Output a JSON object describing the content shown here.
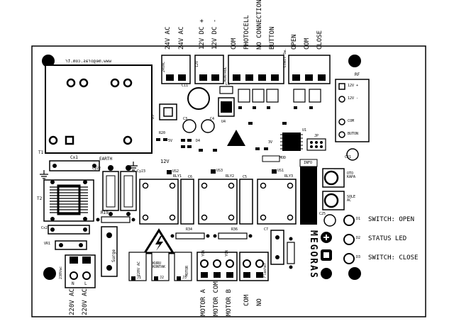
{
  "board": {
    "url_mirrored": "www.megoras.com.tr",
    "brand": "MEGORAS"
  },
  "terminals_top": [
    {
      "id": "ac",
      "label1": "24V AC",
      "label2": "24V AC",
      "silk": "24VAC"
    },
    {
      "id": "dc",
      "label1": "12V DC +",
      "label2": "12V DC -",
      "silk": "12V"
    },
    {
      "id": "ctrl",
      "label1": "COM",
      "label2": "PHOTOCELL",
      "label3": "NO CONNECTION",
      "label4": "BUTTON",
      "silk": "KONTROL"
    },
    {
      "id": "limit",
      "label1": "OPEN",
      "label2": "COM",
      "label3": "CLOSE",
      "silk": "Limit Sw."
    }
  ],
  "rf": {
    "title": "RF",
    "pins": [
      "12V +",
      "12V -",
      "COM",
      "BUTON"
    ]
  },
  "right_side": {
    "oto_kapa": "OTO\nKAPA",
    "sole_ac": "SOLE\nAC",
    "switch_open": "SWITCH: OPEN",
    "status_led": "STATUS LED",
    "switch_close": "SWITCH: CLOSE",
    "led_open_id": "D1",
    "led_status_id": "D2",
    "led_close_id": "D3"
  },
  "bottom_terminals": {
    "power_1": "220V AC",
    "power_2": "220V AC",
    "motor_a": "MOTOR A",
    "motor_com": "MOTOR COM",
    "motor_b": "MOTOR B",
    "flasher_com": "COM",
    "flasher_no": "NO",
    "silk_230": "230Vac",
    "silk_n": "N",
    "silk_l": "L",
    "silk_motor": "MOTOR",
    "silk_flasher": "Flasher",
    "silk_1": "YON",
    "silk_2": "YON"
  },
  "silk": {
    "transformer": "T1",
    "t2": "T2",
    "cx1": "Cx1",
    "cx2": "Cx2",
    "cy22": "Cy22",
    "cy23": "Cy23",
    "earth": "EARTH",
    "vr1": "VR1",
    "r19": "R19",
    "r34": "R34",
    "r36": "R36",
    "c7": "C7",
    "c6": "C6",
    "c5": "C5",
    "c4": "C4",
    "c3": "C3",
    "c11": "C11",
    "c21": "C21",
    "c25": "C25",
    "d5": "D5",
    "d4": "D4",
    "l1": "L1",
    "u4": "U4",
    "r20": "R20",
    "v12": "12V",
    "v5": "5V",
    "v3": "3V",
    "rly1": "RLY1",
    "rly2": "RLY2",
    "rly3": "RLY3",
    "us2": "US2",
    "us3": "US3",
    "us1": "US1",
    "info": "INFO",
    "mod": "MOD",
    "jp": "JP",
    "u1": "U1",
    "ac220": "220V AC",
    "kuru": "KURU\nKONTAK",
    "j1": "J1",
    "j2": "J2",
    "j3": "J3",
    "surge": "Surge"
  }
}
